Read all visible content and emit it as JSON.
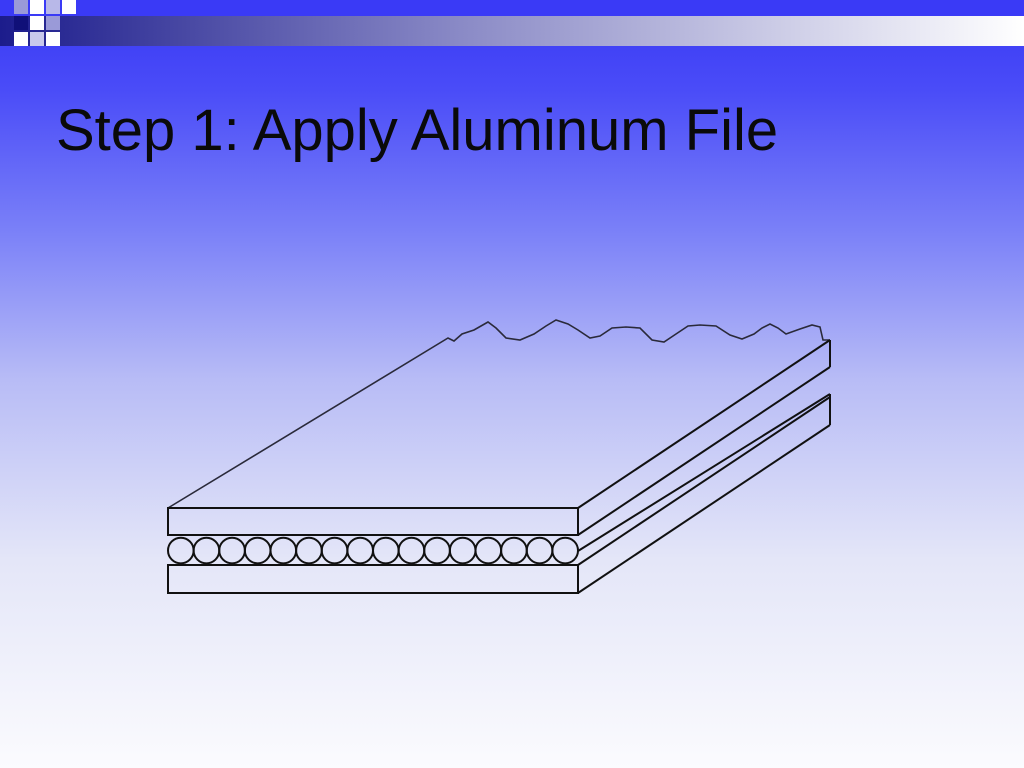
{
  "slide": {
    "title": "Step 1: Apply Aluminum File"
  },
  "colors": {
    "header_blue": "#3a3af6",
    "accent_navy": "#101078",
    "foil_outline": "#2a2a3a",
    "drawing_stroke": "#111111"
  },
  "diagram": {
    "icon": "layered-sheet-with-foil-icon",
    "layers": [
      "aluminum-foil",
      "top-board",
      "bead-row",
      "bottom-board"
    ],
    "bead_count": 16
  }
}
